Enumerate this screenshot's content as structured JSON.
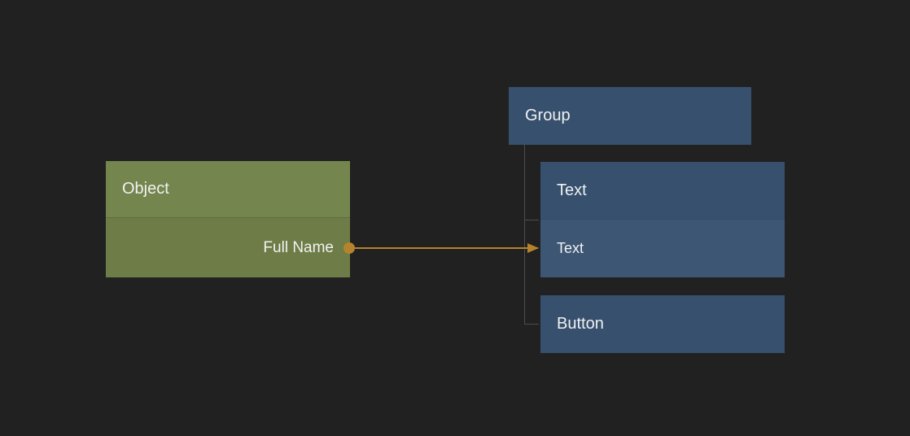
{
  "canvas": {
    "background": "#212121"
  },
  "tree": {
    "line_color": "#4d4d4d"
  },
  "connection": {
    "color": "#b5822e"
  },
  "nodes": {
    "object": {
      "title": "Object",
      "field": "Full Name",
      "header_color": "#75854e",
      "body_color": "#6e7d47"
    },
    "group": {
      "title": "Group",
      "color": "#36506e"
    },
    "text": {
      "title": "Text",
      "field": "Text",
      "header_color": "#36506e",
      "body_color": "#3d5674"
    },
    "button": {
      "title": "Button",
      "color": "#36506e"
    }
  }
}
